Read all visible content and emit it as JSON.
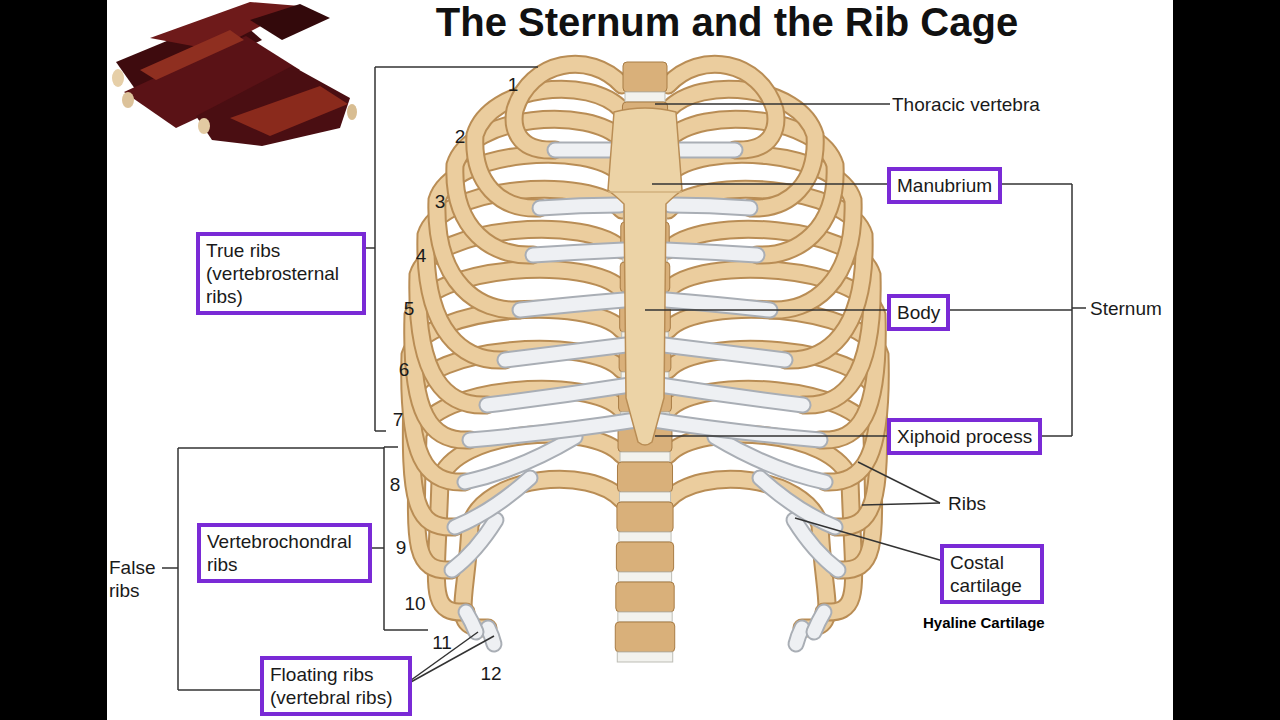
{
  "diagram": {
    "title": "The Sternum and the Rib Cage",
    "nodes": [
      {
        "text": [
          "Manubrium"
        ]
      },
      {
        "text": [
          "True ribs (vertebrosternal ribs)"
        ]
      },
      {
        "text": [
          "Body"
        ]
      },
      {
        "text": [
          "Xiphoid process"
        ]
      },
      {
        "text": [
          "Vertebrochondral ribs"
        ]
      },
      {
        "text": [
          "Costal cartilage"
        ]
      },
      {
        "text": [
          "Floating ribs (vertebral ribs)"
        ]
      }
    ],
    "labels": [
      "1",
      "Thoracic vertebra",
      "2",
      "3",
      "4",
      "Sternum",
      "5",
      "6",
      "7",
      "8",
      "Ribs",
      "9",
      "False ribs",
      "10",
      "Hyaline Cartilage",
      "11",
      "12"
    ]
  }
}
